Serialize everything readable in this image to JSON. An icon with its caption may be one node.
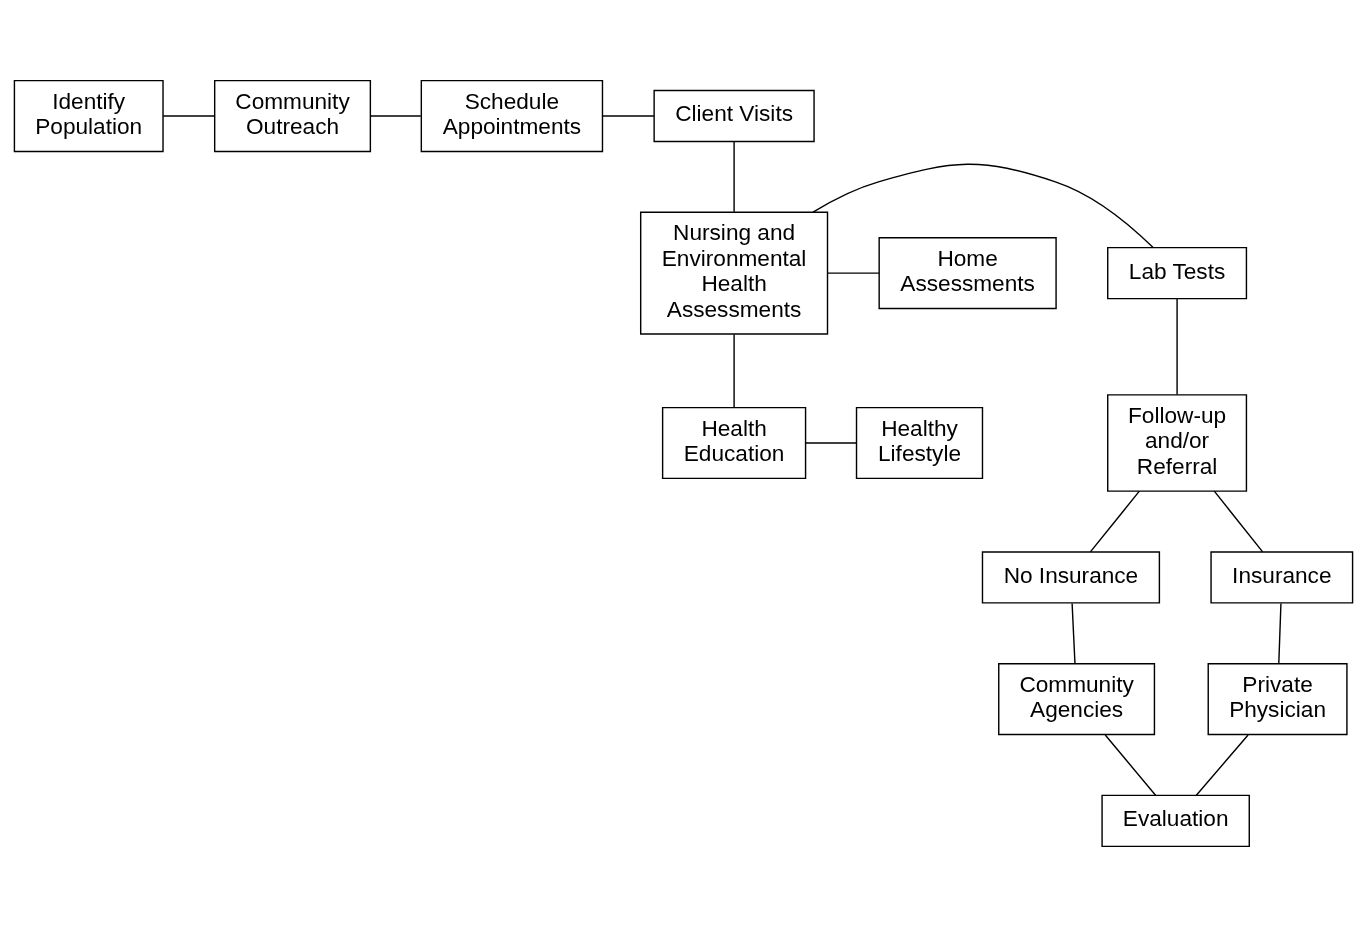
{
  "diagram": {
    "nodes": [
      {
        "text": [
          "Identify Population"
        ]
      },
      {
        "text": [
          "Community Outreach"
        ]
      },
      {
        "text": [
          "Schedule Appointments"
        ]
      },
      {
        "text": [
          "Client Visits"
        ]
      },
      {
        "text": [
          "Lab Tests"
        ]
      },
      {
        "text": [
          "Nursing and Environmental Health Assessments"
        ]
      },
      {
        "text": [
          "Home Assessments"
        ]
      },
      {
        "text": [
          "Follow-up and/or Referral"
        ]
      },
      {
        "text": [
          "Health Education"
        ]
      },
      {
        "text": [
          "Healthy Lifestyle"
        ]
      },
      {
        "text": [
          "No Insurance"
        ]
      },
      {
        "text": [
          "Insurance"
        ]
      },
      {
        "text": [
          "Community Agencies"
        ]
      },
      {
        "text": [
          "Private Physician"
        ]
      },
      {
        "text": [
          "Evaluation"
        ]
      }
    ],
    "edges": [
      {
        "from": 0,
        "to": 1,
        "arrow": "none"
      },
      {
        "from": 1,
        "to": 2,
        "arrow": "none"
      },
      {
        "from": 2,
        "to": 3,
        "arrow": "none"
      },
      {
        "from": 3,
        "to": 5,
        "arrow": "none"
      },
      {
        "from": 5,
        "to": 4,
        "arrow": "none"
      },
      {
        "from": 5,
        "to": 6,
        "arrow": "none"
      },
      {
        "from": 5,
        "to": 8,
        "arrow": "none"
      },
      {
        "from": 8,
        "to": 9,
        "arrow": "none"
      },
      {
        "from": 4,
        "to": 7,
        "arrow": "none"
      },
      {
        "from": 7,
        "to": 10,
        "arrow": "none"
      },
      {
        "from": 7,
        "to": 11,
        "arrow": "none"
      },
      {
        "from": 10,
        "to": 12,
        "arrow": "none"
      },
      {
        "from": 11,
        "to": 13,
        "arrow": "none"
      },
      {
        "from": 12,
        "to": 14,
        "arrow": "none"
      },
      {
        "from": 13,
        "to": 14,
        "arrow": "none"
      }
    ]
  }
}
